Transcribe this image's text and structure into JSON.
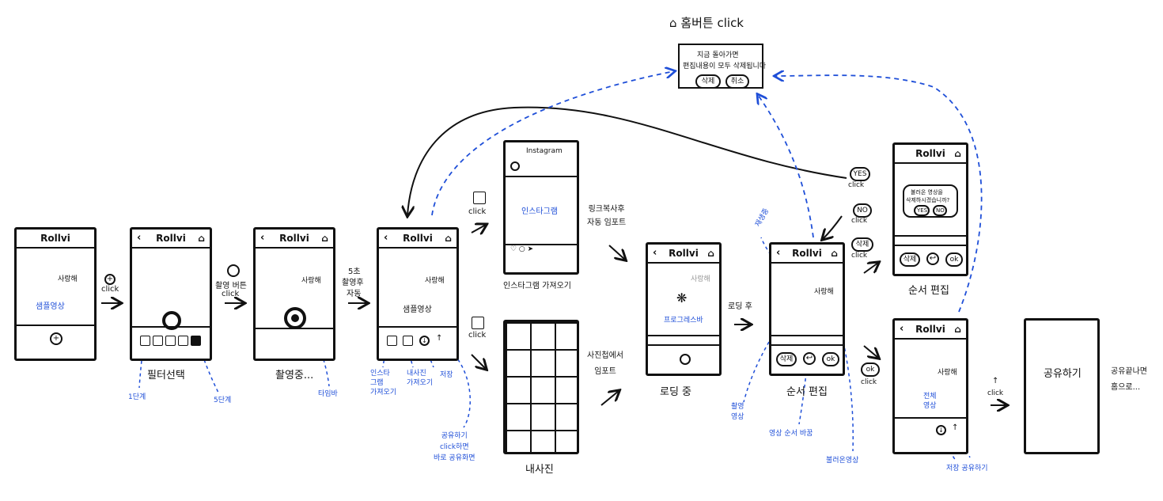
{
  "home_click": {
    "icon": "home-icon",
    "label": "홈버튼 click"
  },
  "dialog": {
    "line1": "지금 돌아가면",
    "line2": "편집내용이 모두 삭제됩니다",
    "delete": "삭제",
    "cancel": "취소"
  },
  "app_name": "Rollvi",
  "screens": {
    "s1": {
      "center_text": "샘플영상",
      "speech": "사랑해"
    },
    "s3": {
      "speech": "사랑해"
    },
    "s4": {
      "center_text": "샘플영상",
      "speech": "사랑해"
    },
    "instagram": {
      "header": "Instagram",
      "center_text": "인스타그램",
      "caption": "인스타그램 가져오기"
    },
    "gallery": {
      "caption": "내사진"
    },
    "loading": {
      "progress_text": "프로그레스바",
      "speech": "사랑해",
      "caption": "로딩 중"
    },
    "edit": {
      "speech": "사랑해",
      "caption": "순서 편집",
      "delete": "삭제",
      "ok": "ok"
    },
    "reorder": {
      "question_l1": "불러온 영상을",
      "question_l2": "삭제하시겠습니까?",
      "yes": "YES",
      "no": "NO",
      "delete": "삭제",
      "ok": "ok",
      "caption": "순서 편집"
    },
    "final": {
      "center_l1": "전체",
      "center_l2": "영상",
      "speech": "사랑해"
    },
    "share": {
      "center_text": "공유하기"
    }
  },
  "flow": {
    "plus_click": "click",
    "filter_caption": "필터선택",
    "level1": "1단계",
    "level5": "5단계",
    "record_btn_l1": "촬영 버튼",
    "record_btn_l2": "click",
    "recording_caption": "촬영중...",
    "timerbar": "타임바",
    "after5_l1": "5초",
    "after5_l2": "촬영후",
    "after5_l3": "자동",
    "insta_click": "click",
    "gallery_click": "click",
    "insta_import": [
      "인스타",
      "그램",
      "가져오기"
    ],
    "my_photo_import": [
      "내사진",
      "가져오기"
    ],
    "save": "저장",
    "share_note": [
      "공유하기",
      "click하면",
      "바로 공유화면"
    ],
    "link_copy": [
      "링크복사후",
      "자동 임포트"
    ],
    "album_import": [
      "사진첩에서",
      "임포트"
    ],
    "after_loading": "로딩 후",
    "replaying": "재생중",
    "recorded_video": [
      "촬영",
      "영상"
    ],
    "reorder_video": "영상 순서 바꿈",
    "loaded_video": "불러온영상",
    "yes_click": [
      "YES",
      "click"
    ],
    "no_click": [
      "NO",
      "click"
    ],
    "delete_click": [
      "삭제",
      "click"
    ],
    "ok_click": [
      "ok",
      "click"
    ],
    "save_share": "저장 공유하기",
    "share_click": "click",
    "after_share": [
      "공유끝나면",
      "홈으로..."
    ]
  },
  "colors": {
    "ink": "#111111",
    "accent": "#1f4fd8"
  }
}
